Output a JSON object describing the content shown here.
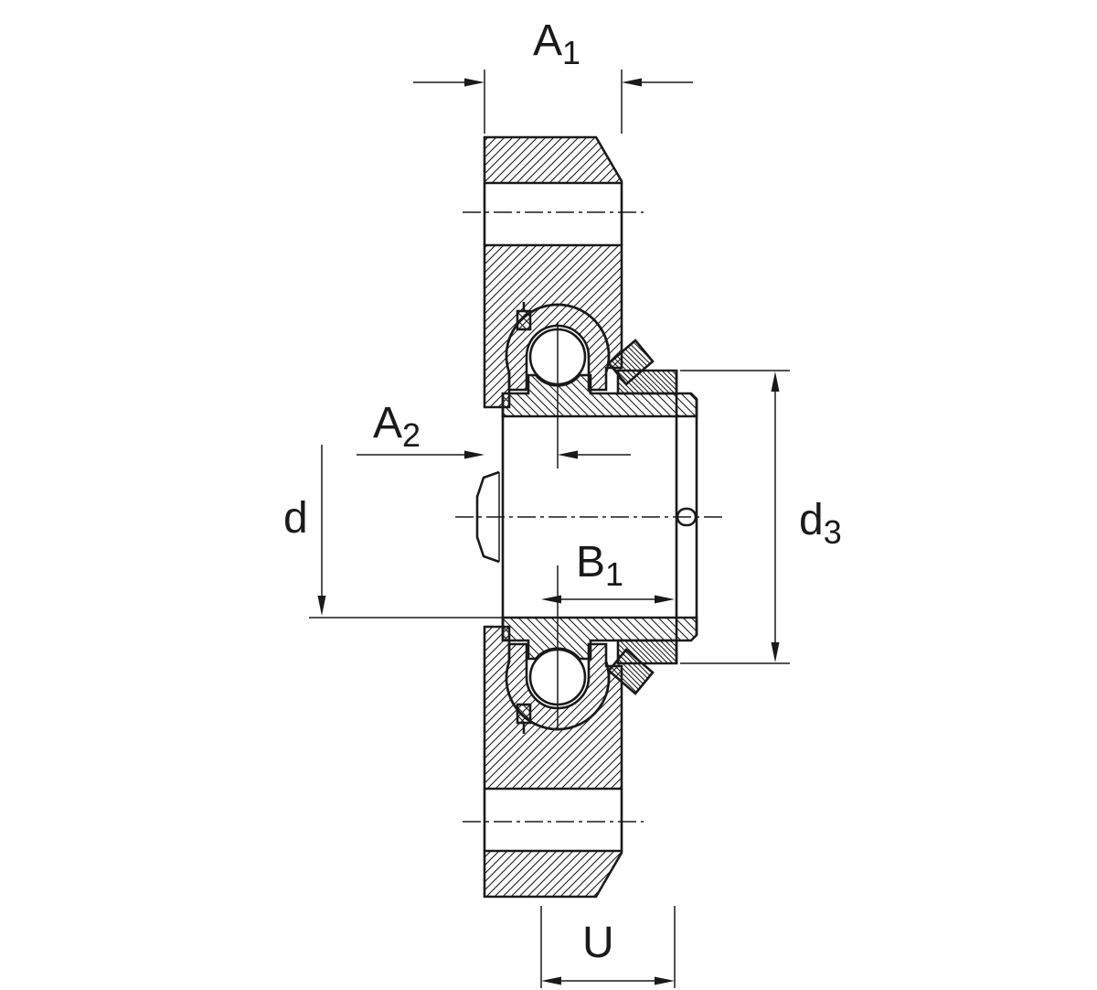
{
  "figure": {
    "kind": "technical-drawing",
    "subject": "Flanged bearing housing unit cross-section with radial insert ball bearings and eccentric locking collars",
    "line_color": "#1a1a1a",
    "background_color": "#ffffff"
  },
  "dims": {
    "a1": {
      "base": "A",
      "sub": "1"
    },
    "a2": {
      "base": "A",
      "sub": "2"
    },
    "d": {
      "base": "d",
      "sub": ""
    },
    "b1": {
      "base": "B",
      "sub": "1"
    },
    "d3": {
      "base": "d",
      "sub": "3"
    },
    "u": {
      "base": "U",
      "sub": ""
    }
  }
}
